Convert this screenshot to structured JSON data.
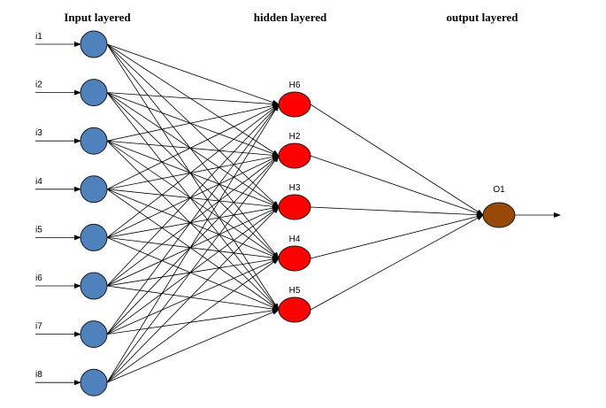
{
  "layers": {
    "input": {
      "title": "Input layered",
      "color": "#4f81bd",
      "nodes": [
        "i1",
        "i2",
        "i3",
        "i4",
        "i5",
        "i6",
        "i7",
        "i8"
      ]
    },
    "hidden": {
      "title": "hidden layered",
      "color": "#ff0000",
      "nodes": [
        "H6",
        "H2",
        "H3",
        "H4",
        "H5"
      ]
    },
    "output": {
      "title": "output layered",
      "color": "#984807",
      "nodes": [
        "O1"
      ]
    }
  }
}
